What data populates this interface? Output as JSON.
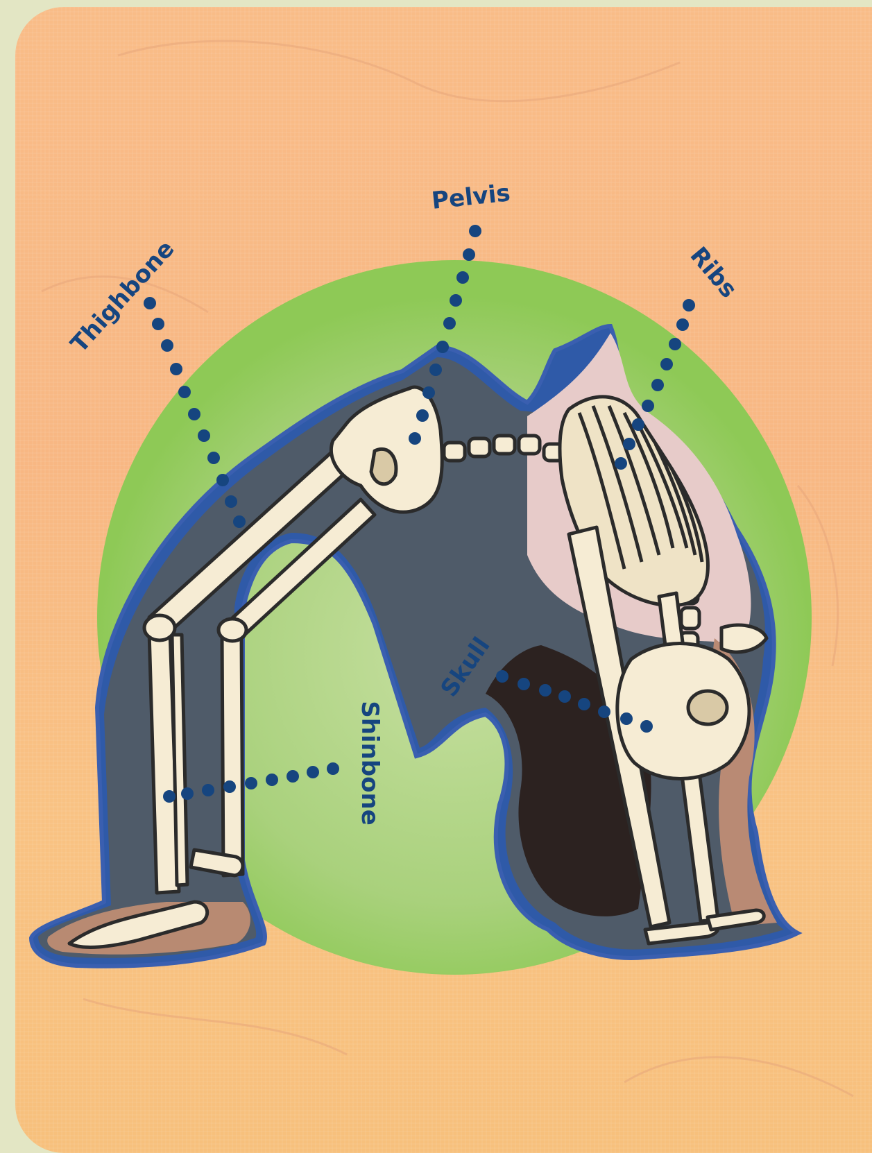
{
  "labels": {
    "pelvis": "Pelvis",
    "thighbone": "Thighbone",
    "ribs": "Ribs",
    "skull": "Skull",
    "shinbone": "Shinbone"
  },
  "colors": {
    "background": "#e3e6c4",
    "card": "#f8b783",
    "circle": "#8ec956",
    "label": "#16457f",
    "outline": "#2a4fa8",
    "bone": "#f6ecd4"
  }
}
